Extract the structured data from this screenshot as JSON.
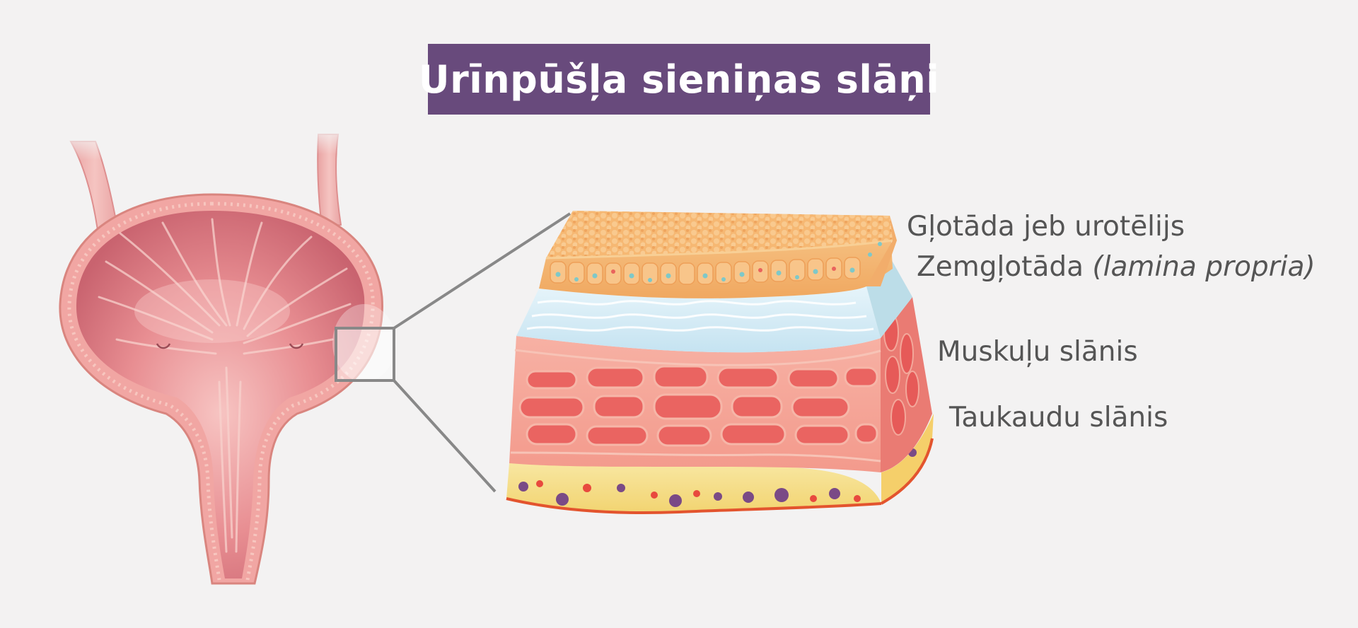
{
  "title": "Urīnpūšļa sieniņas slāņi",
  "colors": {
    "title_bg": "#684a7c",
    "background": "#f3f2f2",
    "label_text": "#555555",
    "mucosa": "#f6b36a",
    "submucosa": "#cfe8f3",
    "muscle": "#ee6f69",
    "fat": "#f5dc82"
  },
  "layers": [
    {
      "id": "mucosa",
      "label": "Gļotāda jeb urotēlijs",
      "italic_suffix": ""
    },
    {
      "id": "submucosa",
      "label": "Zemgļotāda ",
      "italic_suffix": "(lamina propria)"
    },
    {
      "id": "muscle",
      "label": "Muskuļu slānis",
      "italic_suffix": ""
    },
    {
      "id": "fat",
      "label": "Taukaudu slānis",
      "italic_suffix": ""
    }
  ],
  "icons": [
    "bladder-illustration",
    "magnifier-box-icon",
    "tissue-block-illustration"
  ]
}
